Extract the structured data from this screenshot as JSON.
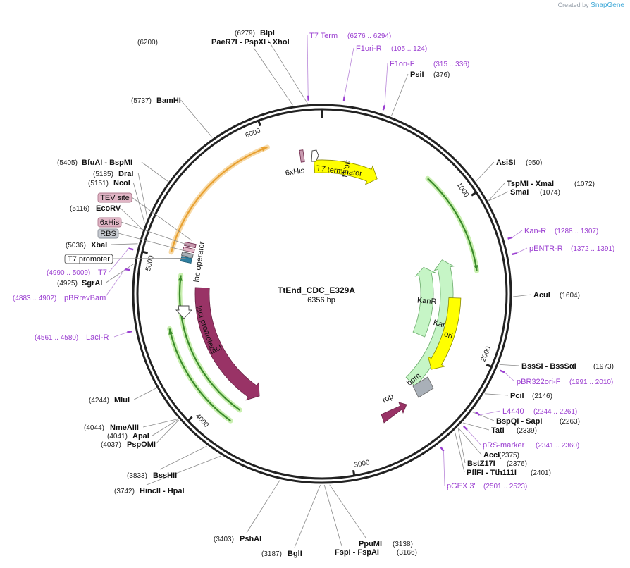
{
  "credit": {
    "prefix": "Created by",
    "brand": "SnapGene"
  },
  "plasmid": {
    "name": "TtEnd_CDC_E329A",
    "size_label": "6356 bp",
    "length": 6356
  },
  "ticks": [
    {
      "pos": 1000,
      "label": "1000"
    },
    {
      "pos": 2000,
      "label": "2000"
    },
    {
      "pos": 3000,
      "label": "3000"
    },
    {
      "pos": 4000,
      "label": "4000"
    },
    {
      "pos": 5000,
      "label": "5000"
    },
    {
      "pos": 6000,
      "label": "6000"
    }
  ],
  "features": [
    {
      "name": "f1 ori",
      "label": "f1 ori",
      "start": 6295,
      "end": 452,
      "strand": 1,
      "track": 1,
      "color": "#ffff00",
      "stroke": "#888800",
      "label_inside": true
    },
    {
      "name": "KanR-a",
      "label": "KanR",
      "start": 2380,
      "end": 1310,
      "strand": -1,
      "track": 1,
      "color": "#c6f5c6",
      "stroke": "#6aaa6a",
      "label_inside": true
    },
    {
      "name": "KanR-b",
      "label": "KanR",
      "start": 1990,
      "end": 1330,
      "strand": -1,
      "track": 2,
      "color": "#c6f5c6",
      "stroke": "#6aaa6a",
      "label_inside": true
    },
    {
      "name": "ori",
      "label": "ori",
      "start": 1620,
      "end": 2200,
      "strand": 1,
      "track": 1,
      "color": "#ffff00",
      "stroke": "#888800",
      "label_inside": true
    },
    {
      "name": "lacI",
      "label": "lacI",
      "start": 4818,
      "end": 3735,
      "strand": -1,
      "track": 1,
      "color": "#993366",
      "stroke": "#6b2447",
      "label_inside": true,
      "text_color": "#ffffff"
    }
  ],
  "rop": {
    "label": "rop",
    "color": "#993366"
  },
  "bom": {
    "label": "bom",
    "color": "#a9b0b8"
  },
  "small_features": {
    "t7_terminator": "T7 terminator",
    "his_top": "6xHis",
    "lac_operator": "lac operator",
    "laci_promoter": "lacI promoter"
  },
  "outer_arcs": [
    {
      "name": "orange-orf",
      "start": 5995,
      "end": 5040,
      "color": "#e8a030",
      "glow": "#f7d9a6",
      "radius": 222
    },
    {
      "name": "green-orf-left",
      "start": 4900,
      "end": 3800,
      "color": "#3a8a2a",
      "glow": "#c9efb0",
      "radius": 202
    },
    {
      "name": "green-orf-bottom",
      "start": 4540,
      "end": 3810,
      "color": "#3a8a2a",
      "glow": "#c9efb0",
      "radius": 222
    },
    {
      "name": "green-orf-right",
      "start": 1440,
      "end": 750,
      "color": "#3a8a2a",
      "glow": "#c9efb0",
      "radius": 222
    }
  ],
  "sites": [
    {
      "name": "BlpI",
      "pos_text": "(6279)",
      "pos": 6279,
      "side": "left"
    },
    {
      "name": "PaeR7I - PspXI - XhoI",
      "pos_text": "(6200)",
      "pos": 6200,
      "side": "left"
    },
    {
      "name": "PsiI",
      "pos_text": "(376)",
      "pos": 376,
      "side": "right"
    },
    {
      "name": "BamHI",
      "pos_text": "(5737)",
      "pos": 5737,
      "side": "left"
    },
    {
      "name": "AsiSI",
      "pos_text": "(950)",
      "pos": 950,
      "side": "right"
    },
    {
      "name": "TspMI - XmaI",
      "pos_text": "(1072)",
      "pos": 1072,
      "side": "right"
    },
    {
      "name": "SmaI",
      "pos_text": "(1074)",
      "pos": 1074,
      "side": "right"
    },
    {
      "name": "BfuAI - BspMI",
      "pos_text": "(5405)",
      "pos": 5405,
      "side": "left"
    },
    {
      "name": "DraI",
      "pos_text": "(5185)",
      "pos": 5185,
      "side": "left"
    },
    {
      "name": "NcoI",
      "pos_text": "(5151)",
      "pos": 5151,
      "side": "left"
    },
    {
      "name": "EcoRV",
      "pos_text": "(5116)",
      "pos": 5116,
      "side": "left"
    },
    {
      "name": "XbaI",
      "pos_text": "(5036)",
      "pos": 5036,
      "side": "left"
    },
    {
      "name": "SgrAI",
      "pos_text": "(4925)",
      "pos": 4925,
      "side": "left"
    },
    {
      "name": "AcuI",
      "pos_text": "(1604)",
      "pos": 1604,
      "side": "right"
    },
    {
      "name": "BssSI - BssSαI",
      "pos_text": "(1973)",
      "pos": 1973,
      "side": "right"
    },
    {
      "name": "PciI",
      "pos_text": "(2146)",
      "pos": 2146,
      "side": "right"
    },
    {
      "name": "BspQI - SapI",
      "pos_text": "(2263)",
      "pos": 2263,
      "side": "right"
    },
    {
      "name": "TatI",
      "pos_text": "(2339)",
      "pos": 2339,
      "side": "right"
    },
    {
      "name": "AccI",
      "pos_text": "(2375)",
      "pos": 2375,
      "side": "right"
    },
    {
      "name": "BstZ17I",
      "pos_text": "(2376)",
      "pos": 2376,
      "side": "right"
    },
    {
      "name": "PflFI - Tth111I",
      "pos_text": "(2401)",
      "pos": 2401,
      "side": "right"
    },
    {
      "name": "MluI",
      "pos_text": "(4244)",
      "pos": 4244,
      "side": "left"
    },
    {
      "name": "NmeAIII",
      "pos_text": "(4044)",
      "pos": 4044,
      "side": "left"
    },
    {
      "name": "ApaI",
      "pos_text": "(4041)",
      "pos": 4041,
      "side": "left"
    },
    {
      "name": "PspOMI",
      "pos_text": "(4037)",
      "pos": 4037,
      "side": "left"
    },
    {
      "name": "BssHII",
      "pos_text": "(3833)",
      "pos": 3833,
      "side": "left"
    },
    {
      "name": "HincII - HpaI",
      "pos_text": "(3742)",
      "pos": 3742,
      "side": "left"
    },
    {
      "name": "PshAI",
      "pos_text": "(3403)",
      "pos": 3403,
      "side": "left"
    },
    {
      "name": "BglI",
      "pos_text": "(3187)",
      "pos": 3187,
      "side": "left"
    },
    {
      "name": "FspI - FspAI",
      "pos_text": "(3166)",
      "pos": 3166,
      "side": "right"
    },
    {
      "name": "PpuMI",
      "pos_text": "(3138)",
      "pos": 3138,
      "side": "right"
    }
  ],
  "primers": [
    {
      "name": "T7 Term",
      "range": "(6276 .. 6294)",
      "pos": 6285
    },
    {
      "name": "F1ori-R",
      "range": "(105 .. 124)",
      "pos": 114
    },
    {
      "name": "F1ori-F",
      "range": "(315 .. 336)",
      "pos": 325
    },
    {
      "name": "Kan-R",
      "range": "(1288 .. 1307)",
      "pos": 1297
    },
    {
      "name": "pENTR-R",
      "range": "(1372 .. 1391)",
      "pos": 1381
    },
    {
      "name": "pBR322ori-F",
      "range": "(1991 .. 2010)",
      "pos": 2000
    },
    {
      "name": "L4440",
      "range": "(2244 .. 2261)",
      "pos": 2252
    },
    {
      "name": "pRS-marker",
      "range": "(2341 .. 2360)",
      "pos": 2350
    },
    {
      "name": "pGEX 3'",
      "range": "(2501 .. 2523)",
      "pos": 2512
    },
    {
      "name": "LacI-R",
      "range": "(4561 .. 4580)",
      "pos": 4570
    },
    {
      "name": "pBRrevBam",
      "range": "(4883 .. 4902)",
      "pos": 4892
    },
    {
      "name": "T7",
      "range": "(4990 .. 5009)",
      "pos": 5000
    }
  ],
  "boxed_labels": [
    {
      "label": "TEV site",
      "fill": "#e0b5c5",
      "stroke": "#b07a8e",
      "pos": 5160
    },
    {
      "label": "6xHis",
      "fill": "#e0b5c5",
      "stroke": "#b07a8e",
      "pos": 5120
    },
    {
      "label": "RBS",
      "fill": "#c8ccd2",
      "stroke": "#8a9099",
      "pos": 5075
    },
    {
      "label": "T7 promoter",
      "fill": "#ffffff",
      "stroke": "#555555",
      "pos": 5025
    }
  ],
  "colors": {
    "backbone": "#222222",
    "primer": "#9b3fd1",
    "leader": "#888888"
  }
}
